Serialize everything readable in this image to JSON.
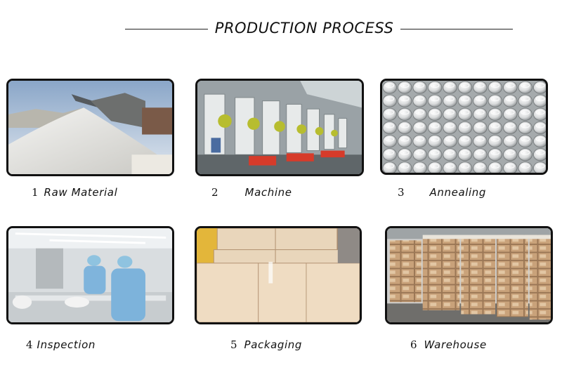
{
  "header": {
    "title": "PRODUCTION PROCESS"
  },
  "steps": [
    {
      "number": "1",
      "label": "Raw Material",
      "icon": "sand-pile-photo"
    },
    {
      "number": "2",
      "label": "Machine",
      "icon": "factory-machine-photo"
    },
    {
      "number": "3",
      "label": "Annealing",
      "icon": "glass-jars-photo"
    },
    {
      "number": "4",
      "label": "Inspection",
      "icon": "inspection-workers-photo"
    },
    {
      "number": "5",
      "label": "Packaging",
      "icon": "cartons-photo"
    },
    {
      "number": "6",
      "label": "Warehouse",
      "icon": "warehouse-stacks-photo"
    }
  ]
}
